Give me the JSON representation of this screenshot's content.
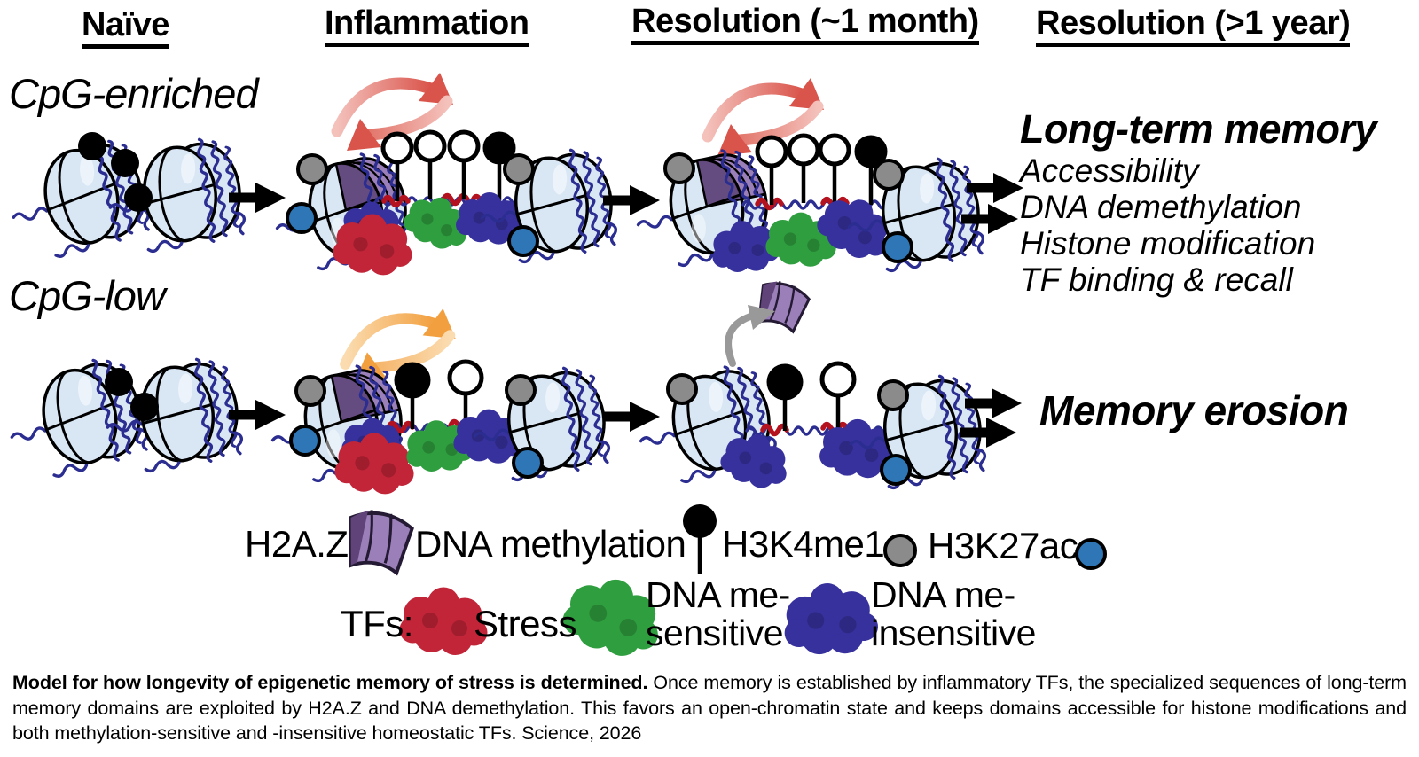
{
  "headers": [
    {
      "label": "Naïve"
    },
    {
      "label": "Inflammation"
    },
    {
      "label": "Resolution (~1 month)"
    },
    {
      "label": "Resolution (>1 year)"
    }
  ],
  "rows": [
    {
      "label": "CpG-enriched"
    },
    {
      "label": "CpG-low"
    }
  ],
  "outcomes": {
    "long_term": {
      "title": "Long-term memory",
      "lines": [
        "Accessibility",
        "DNA demethylation",
        "Histone modification",
        "TF binding & recall"
      ]
    },
    "erosion": {
      "title": "Memory erosion"
    }
  },
  "legend": {
    "marks": [
      {
        "label": "H2A.Z",
        "icon": "h2az-barrel-icon"
      },
      {
        "label": "DNA methylation",
        "icon": "methylation-lollipop-icon"
      },
      {
        "label": "H3K4me1",
        "icon": "gray-circle-icon"
      },
      {
        "label": "H3K27ac",
        "icon": "blue-circle-icon"
      }
    ],
    "tfs": {
      "label": "TFs:",
      "items": [
        {
          "label": "Stress",
          "icon": "red-tf-blob-icon"
        },
        {
          "line1": "DNA me-",
          "line2": "sensitive",
          "icon": "green-tf-blob-icon"
        },
        {
          "line1": "DNA me-",
          "line2": "insensitive",
          "icon": "blue-tf-blob-icon"
        }
      ]
    }
  },
  "caption": {
    "lead": "Model for how longevity of epigenetic memory of stress is determined.",
    "body": " Once memory is established by inflammatory TFs, the specialized sequences of long-term memory domains are exploited by H2A.Z and DNA demethylation. This favors an open-chromatin state and keeps domains accessible for histone modifications and both methylation-sensitive and -insensitive homeostatic TFs. Science, 2026"
  },
  "colors": {
    "background": "#ffffff",
    "nucleosome_fill": "#d9e7f5",
    "dna": "#2b2d90",
    "dna_open": "#b5121f",
    "h2az_light": "#9b7fb9",
    "h2az_dark": "#5f4379",
    "tf_stress": "#c22438",
    "tf_me_sensitive": "#2f9e3f",
    "tf_me_insensitive": "#37319e",
    "h3k4me1": "#8b8b8b",
    "h3k27ac": "#2e76b5",
    "cycle_red": "#d9544b",
    "cycle_red_light": "#f4c1bb",
    "cycle_orange": "#f2a03f",
    "cycle_orange_light": "#fbdcb0",
    "leave_gray": "#999999"
  }
}
